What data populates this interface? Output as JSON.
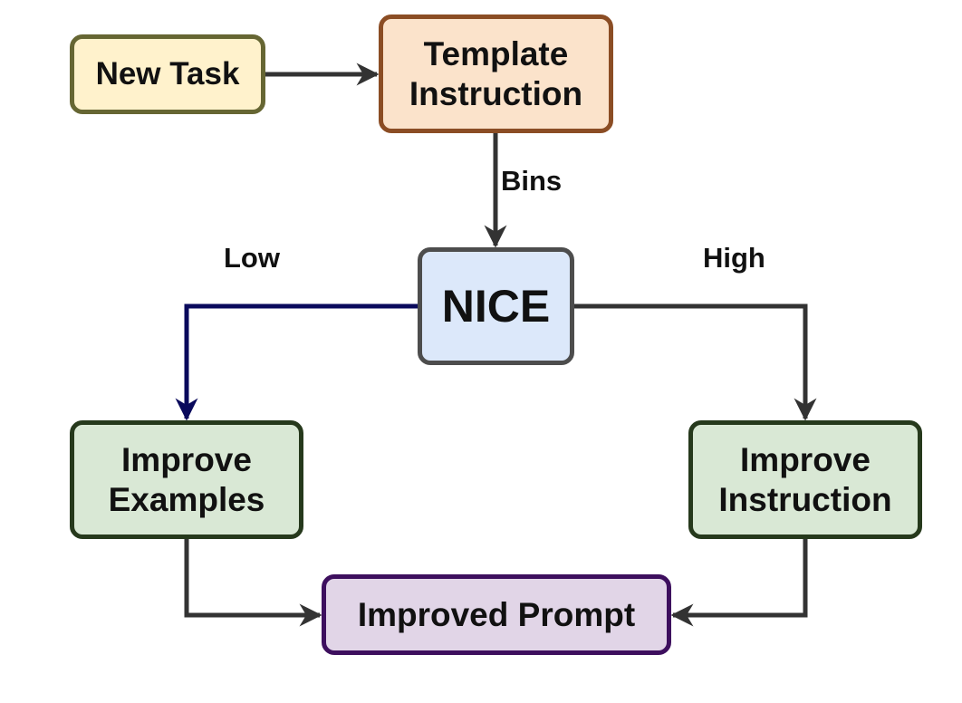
{
  "nodes": {
    "new_task": {
      "lines": [
        "New Task"
      ]
    },
    "template_instruction": {
      "lines": [
        "Template",
        "Instruction"
      ]
    },
    "nice": {
      "lines": [
        "NICE"
      ]
    },
    "improve_examples": {
      "lines": [
        "Improve",
        "Examples"
      ]
    },
    "improve_instruction": {
      "lines": [
        "Improve",
        "Instruction"
      ]
    },
    "improved_prompt": {
      "lines": [
        "Improved Prompt"
      ]
    }
  },
  "edges": {
    "bins_label": "Bins",
    "low_label": "Low",
    "high_label": "High"
  },
  "colors": {
    "arrow_default": "#333333",
    "arrow_low": "#0a0a5c",
    "new_task_fill": "#fff2cc",
    "template_fill": "#fbe3cb",
    "nice_fill": "#dce8fa",
    "improve_fill": "#d9e8d5",
    "prompt_fill": "#e1d5e7"
  }
}
